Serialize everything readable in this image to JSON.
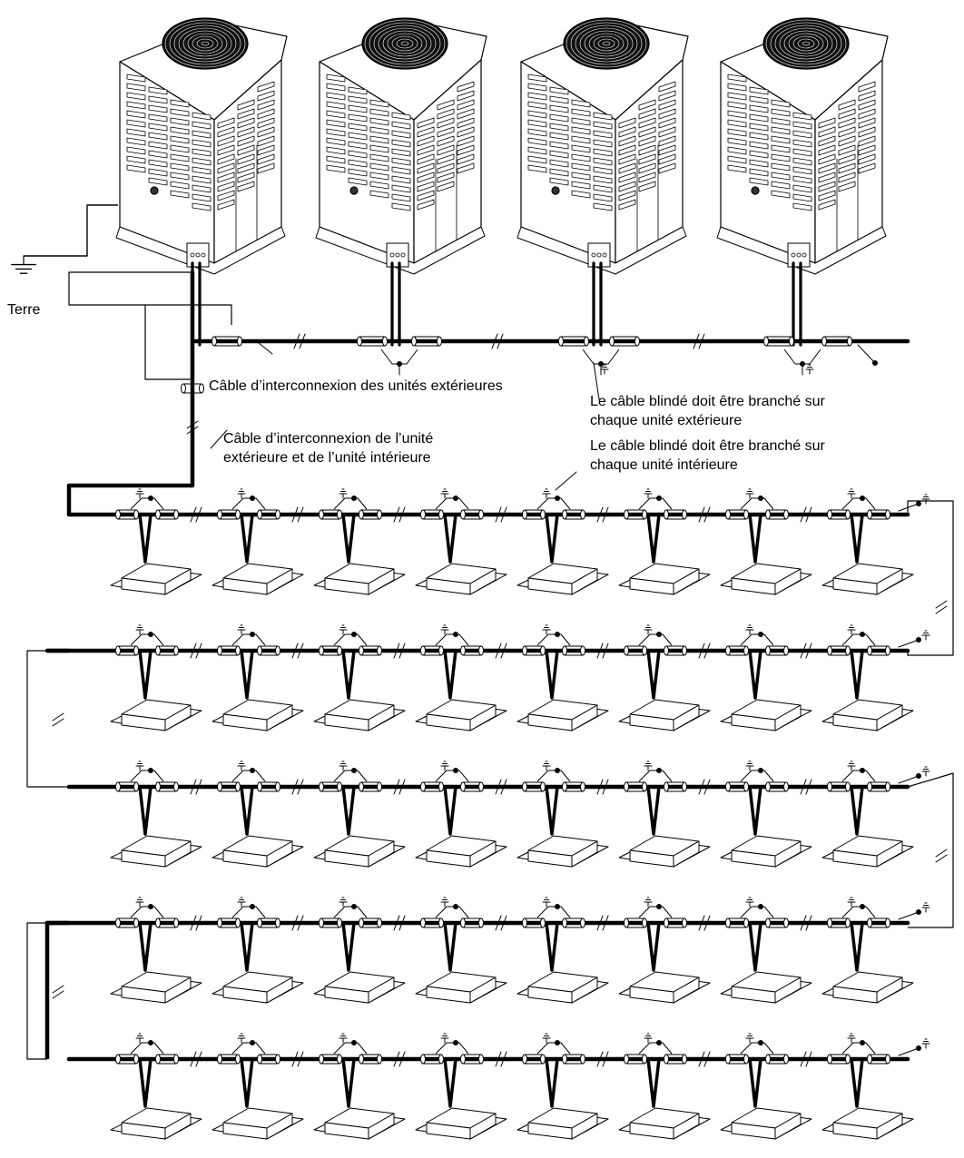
{
  "labels": {
    "ground": "Terre",
    "outdoor_interconnect_cable": "Câble d’interconnexion des unités extérieures",
    "outdoor_indoor_cable_line1": "Câble d’interconnexion de l’unité",
    "outdoor_indoor_cable_line2": "extérieure et de l’unité intérieure",
    "shield_outdoor_line1": "Le câble blindé doit être branché sur",
    "shield_outdoor_line2": "chaque unité extérieure",
    "shield_indoor_line1": "Le câble blindé doit être branché sur",
    "shield_indoor_line2": "chaque unité intérieure"
  },
  "outdoor_units": [
    {
      "id": "outdoor-1"
    },
    {
      "id": "outdoor-2"
    },
    {
      "id": "outdoor-3"
    },
    {
      "id": "outdoor-4"
    }
  ],
  "indoor_rows": [
    {
      "row": 1,
      "units": 8
    },
    {
      "row": 2,
      "units": 8
    },
    {
      "row": 3,
      "units": 8
    },
    {
      "row": 4,
      "units": 8
    },
    {
      "row": 5,
      "units": 8
    }
  ],
  "colors": {
    "line": "#000000",
    "background": "#ffffff",
    "unit_fill": "#ffffff"
  }
}
